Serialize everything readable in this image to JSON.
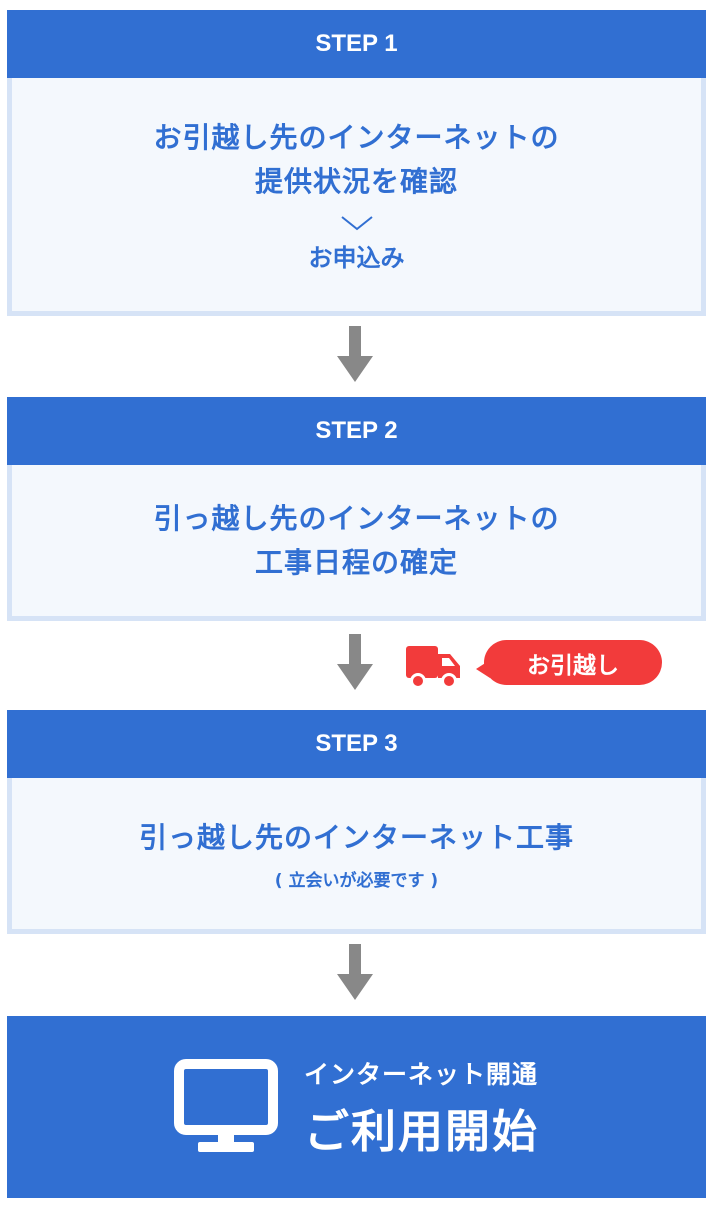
{
  "steps": [
    {
      "label": "STEP 1",
      "title": "お引越し先のインターネットの\n提供状況を確認",
      "sub_action": "お申込み"
    },
    {
      "label": "STEP 2",
      "title": "引っ越し先のインターネットの\n工事日程の確定"
    },
    {
      "label": "STEP 3",
      "title": "引っ越し先のインターネット工事",
      "note": "( 立会いが必要です )"
    }
  ],
  "moving_badge": {
    "label": "お引越し",
    "icon": "truck-icon",
    "color": "#f23b3b"
  },
  "final": {
    "subtitle": "インターネット開通",
    "title": "ご利用開始",
    "icon": "monitor-icon"
  },
  "colors": {
    "primary": "#316fd2",
    "body_bg": "#f4f8fd",
    "body_border": "#d6e3f6",
    "arrow": "#888888",
    "accent": "#f23b3b"
  }
}
